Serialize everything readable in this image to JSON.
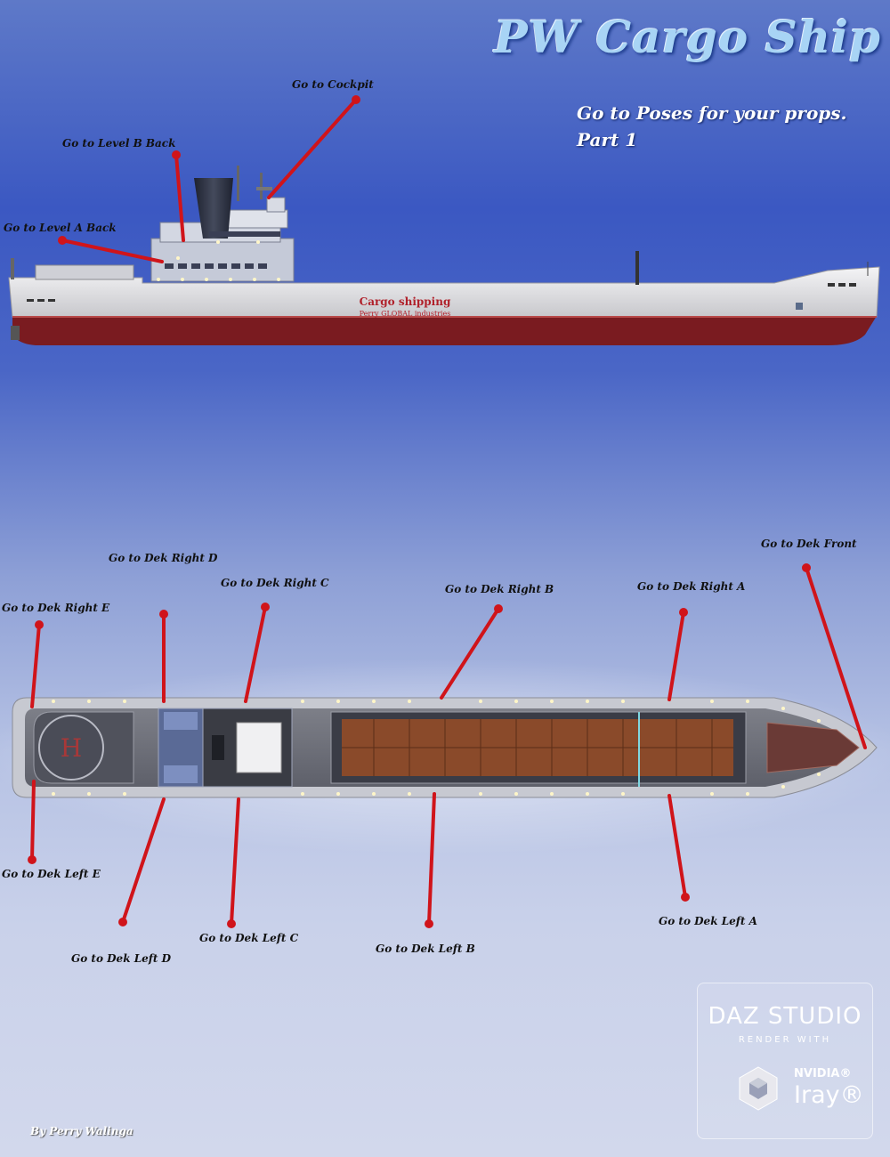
{
  "title": "PW Cargo Ship",
  "subtitle": {
    "line1": "Go to Poses for your props.",
    "line2": "Part 1"
  },
  "side_view": {
    "hull_text": "Cargo shipping",
    "hull_subtext": "Perry GLOBAL industries",
    "labels": {
      "cockpit": "Go to Cockpit",
      "level_b_back": "Go to Level B Back",
      "level_a_back": "Go to Level A Back"
    }
  },
  "top_view": {
    "helipad_letter": "H",
    "labels": {
      "dek_right_d": "Go to Dek Right D",
      "dek_right_c": "Go to Dek Right C",
      "dek_right_e": "Go to Dek Right E",
      "dek_right_b": "Go to Dek Right B",
      "dek_right_a": "Go to Dek Right A",
      "dek_front": "Go to Dek Front",
      "dek_left_e": "Go to Dek Left E",
      "dek_left_d": "Go to Dek Left D",
      "dek_left_c": "Go to Dek Left C",
      "dek_left_b": "Go to Dek Left B",
      "dek_left_a": "Go to Dek Left A"
    }
  },
  "badge": {
    "daz": "DAZ STUDIO",
    "rendered": "RENDER WITH",
    "nvidia": "NVIDIA®",
    "iray": "Iray®"
  },
  "author": "By Perry Walinga",
  "colors": {
    "pointer": "#d0141a",
    "hull_bottom": "#8a1f22",
    "hull_white": "#e8e8ea"
  }
}
